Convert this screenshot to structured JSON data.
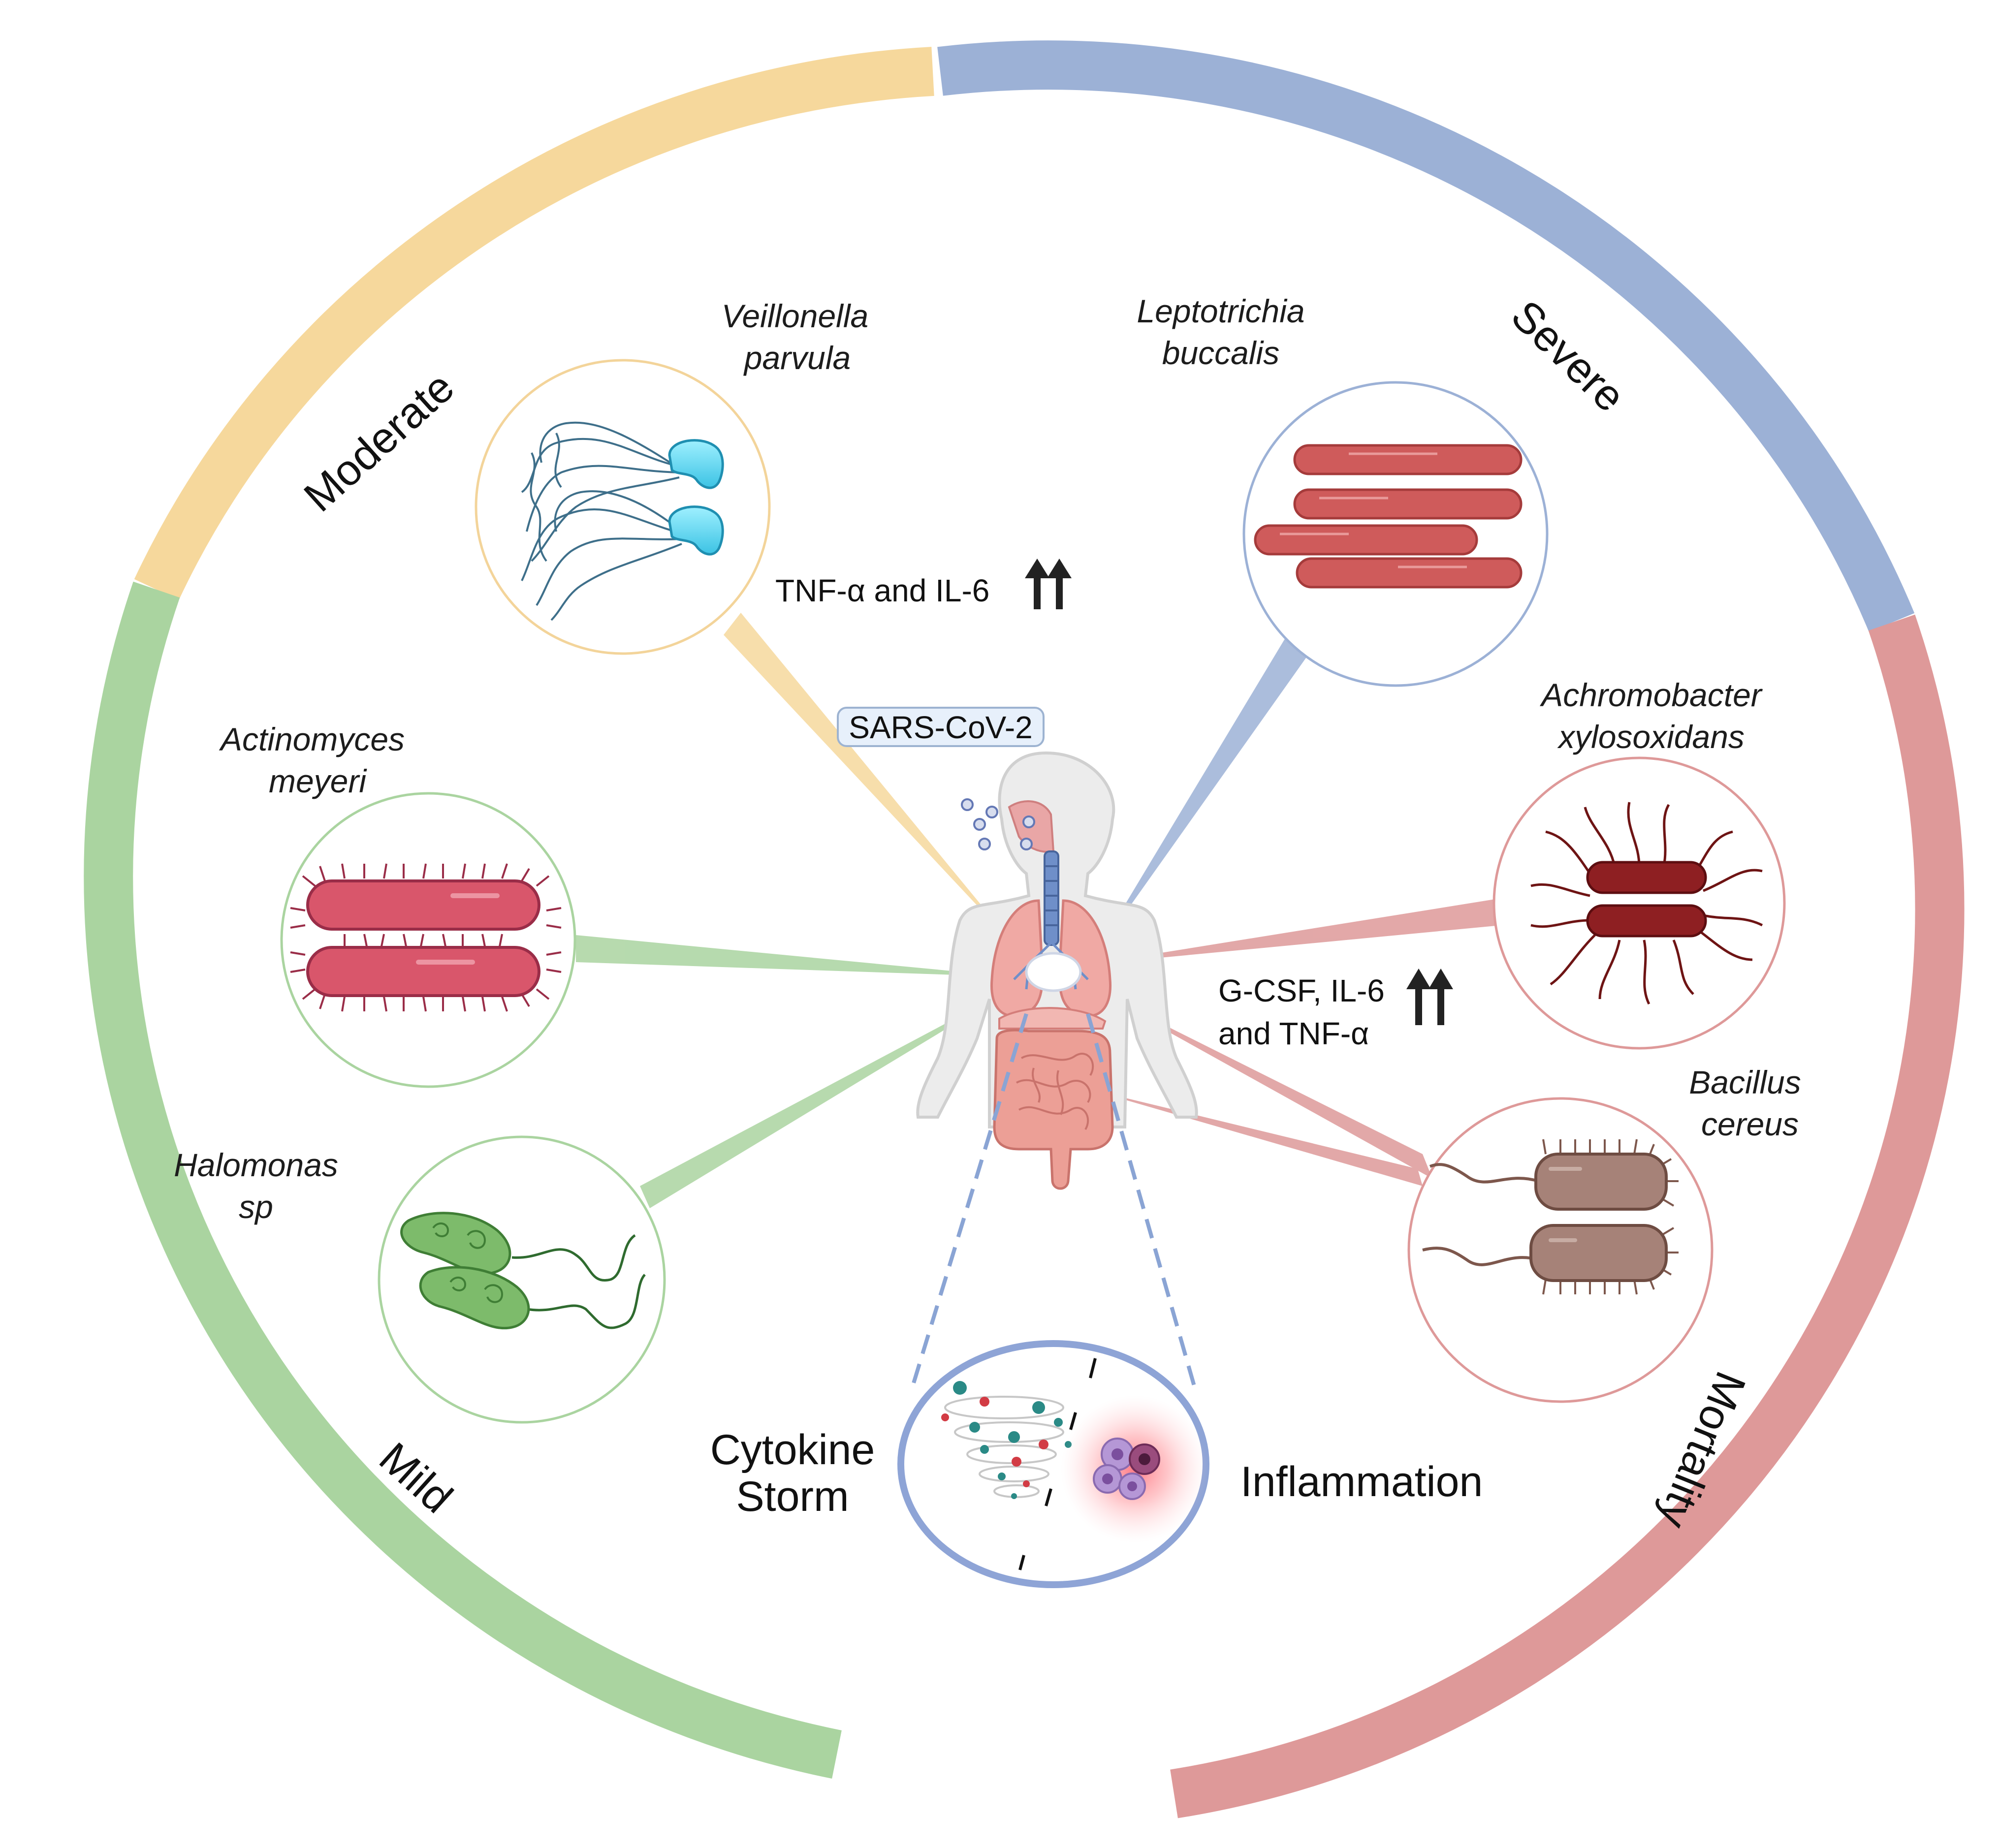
{
  "colors": {
    "mild": "#aad4a0",
    "moderate": "#f6d89c",
    "severe": "#9cb1d6",
    "mortality": "#de9999"
  },
  "ring_segments": {
    "moderate": "Moderate",
    "severe": "Severe",
    "mild": "Mild",
    "mortality": "Mortality"
  },
  "center": {
    "virus": "SARS-CoV-2",
    "cytokine_line1": "Cytokine",
    "cytokine_line2": "Storm",
    "inflammation": "Inflammation"
  },
  "annotations": {
    "moderate_markers": "TNF-α and IL-6",
    "mortality_markers_line1": "G-CSF, IL-6",
    "mortality_markers_line2": "and TNF-α"
  },
  "species": {
    "veillonella": {
      "line1": "Veillonella",
      "line2": "parvula"
    },
    "leptotrichia": {
      "line1": "Leptotrichia",
      "line2": "buccalis"
    },
    "actinomyces": {
      "line1": "Actinomyces",
      "line2": "meyeri"
    },
    "achromobacter": {
      "line1": "Achromobacter",
      "line2": "xylosoxidans"
    },
    "halomonas": {
      "line1": "Halomonas",
      "line2": "sp"
    },
    "bacillus": {
      "line1": "Bacillus",
      "line2": "cereus"
    }
  },
  "icons": [
    "up-arrows-icon",
    "human-body-icon",
    "virus-particle-icon",
    "bacteria-icon",
    "cytokine-storm-icon",
    "inflamed-cells-icon"
  ]
}
